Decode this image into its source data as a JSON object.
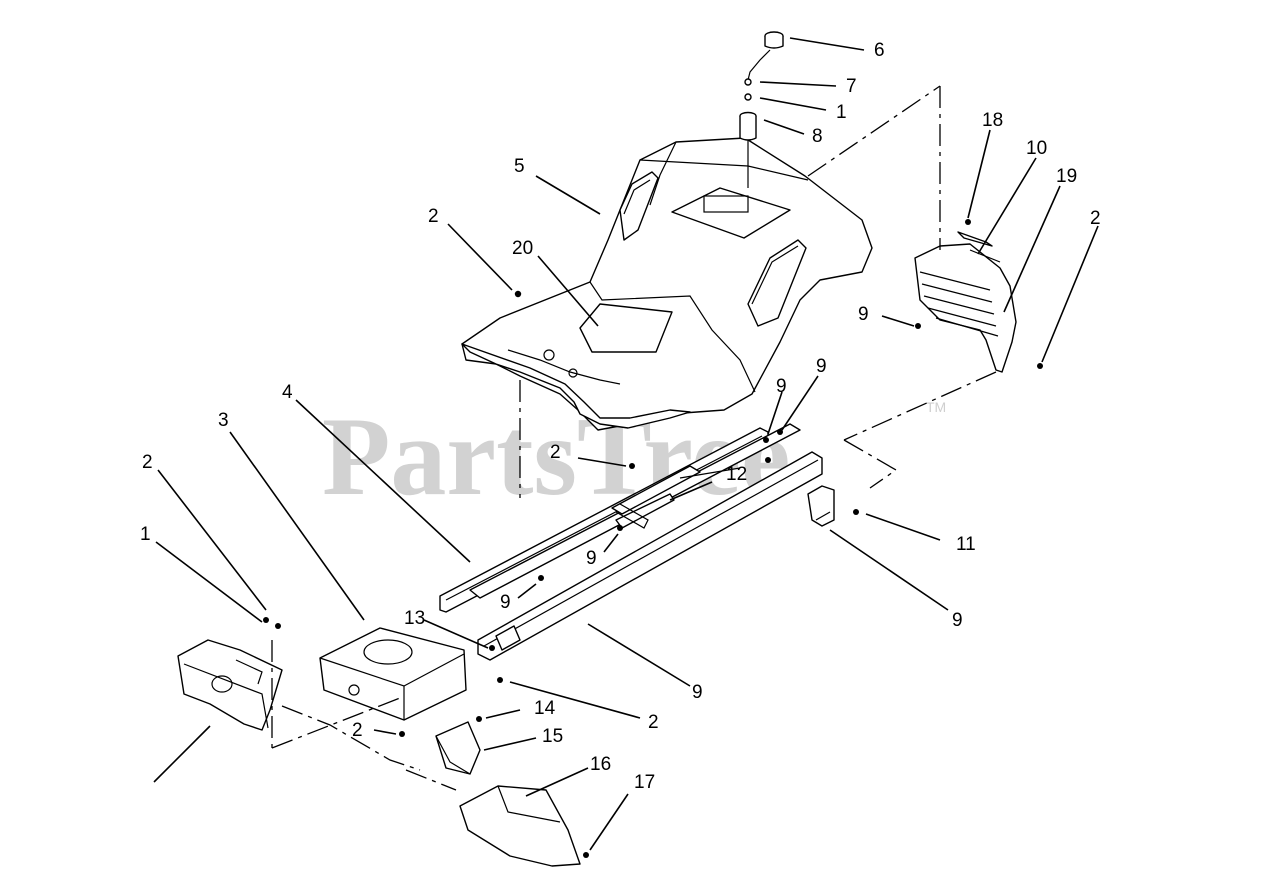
{
  "watermark": {
    "text": "PartsTree",
    "trademark": "TM"
  },
  "callouts": [
    {
      "id": "c6",
      "text": "6"
    },
    {
      "id": "c7",
      "text": "7"
    },
    {
      "id": "c1a",
      "text": "1"
    },
    {
      "id": "c8",
      "text": "8"
    },
    {
      "id": "c5",
      "text": "5"
    },
    {
      "id": "c2a",
      "text": "2"
    },
    {
      "id": "c20",
      "text": "20"
    },
    {
      "id": "c18",
      "text": "18"
    },
    {
      "id": "c10",
      "text": "10"
    },
    {
      "id": "c19",
      "text": "19"
    },
    {
      "id": "c2b",
      "text": "2"
    },
    {
      "id": "c9a",
      "text": "9"
    },
    {
      "id": "c9b",
      "text": "9"
    },
    {
      "id": "c9c",
      "text": "9"
    },
    {
      "id": "c4",
      "text": "4"
    },
    {
      "id": "c3",
      "text": "3"
    },
    {
      "id": "c2c",
      "text": "2"
    },
    {
      "id": "c12",
      "text": "12"
    },
    {
      "id": "c2d",
      "text": "2"
    },
    {
      "id": "c1b",
      "text": "1"
    },
    {
      "id": "c9d",
      "text": "9"
    },
    {
      "id": "c9e",
      "text": "9"
    },
    {
      "id": "c11",
      "text": "11"
    },
    {
      "id": "c9f",
      "text": "9"
    },
    {
      "id": "c13",
      "text": "13"
    },
    {
      "id": "c9g",
      "text": "9"
    },
    {
      "id": "c2e",
      "text": "2"
    },
    {
      "id": "c2f",
      "text": "2"
    },
    {
      "id": "c14",
      "text": "14"
    },
    {
      "id": "c15",
      "text": "15"
    },
    {
      "id": "c16",
      "text": "16"
    },
    {
      "id": "c17",
      "text": "17"
    }
  ]
}
